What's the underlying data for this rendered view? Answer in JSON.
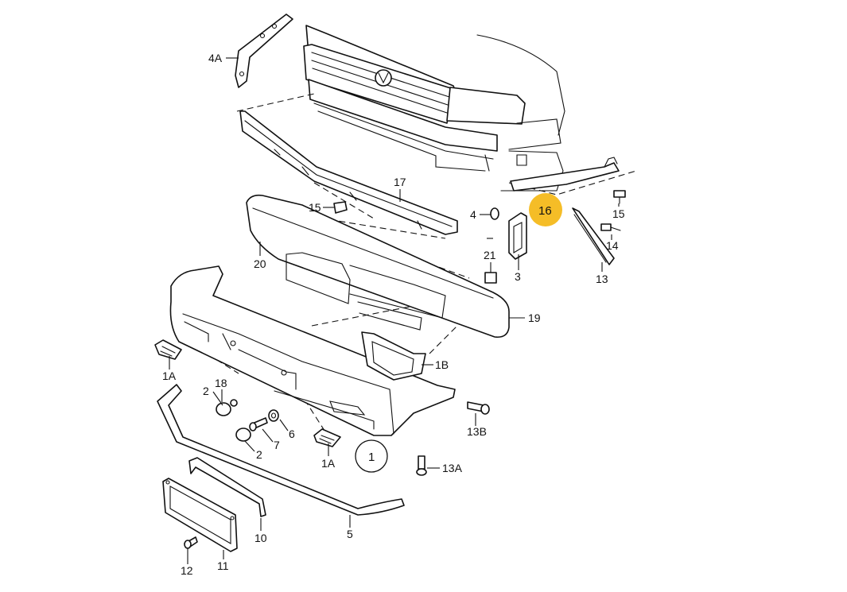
{
  "highlight_color": "#f5bd27",
  "labels": {
    "l4a": "4A",
    "l17": "17",
    "l15a": "15",
    "l4": "4",
    "l16": "16",
    "l15b": "15",
    "l14": "14",
    "l13": "13",
    "l20": "20",
    "l21": "21",
    "l3": "3",
    "l19": "19",
    "l1b": "1B",
    "l1a_left": "1A",
    "l18": "18",
    "l2a": "2",
    "l6": "6",
    "l7": "7",
    "l2b": "2",
    "l13b": "13B",
    "l1a_mid": "1A",
    "l1": "1",
    "l13a": "13A",
    "l5": "5",
    "l10": "10",
    "l12": "12",
    "l11": "11"
  }
}
